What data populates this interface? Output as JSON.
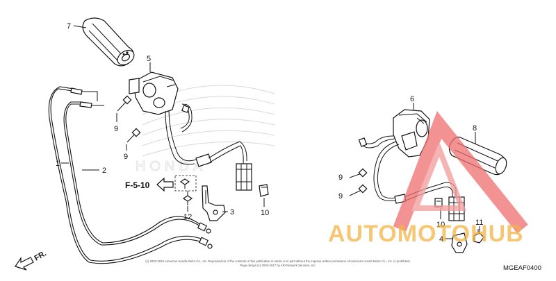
{
  "parts": {
    "p1": "1",
    "p2": "2",
    "p3": "3",
    "p4": "4",
    "p5": "5",
    "p6": "6",
    "p7": "7",
    "p8": "8",
    "p9": "9",
    "p10": "10",
    "p11": "11",
    "p12": "12"
  },
  "ref": "F-5-10",
  "fr": "FR.",
  "code": "MGEAF0400",
  "brand_watermark": "HONDA",
  "watermark": "AUTOMOTOHUB",
  "copyright1": "(c) 2003-2015 American Honda Motor Co., Inc. Reproduction of the contents of this publication in whole or in part without the express written permission of American Honda Motor Co., Inc. is prohibited.",
  "copyright2": "Page design (c) 2003-2017 by ARI Network Services, Inc."
}
